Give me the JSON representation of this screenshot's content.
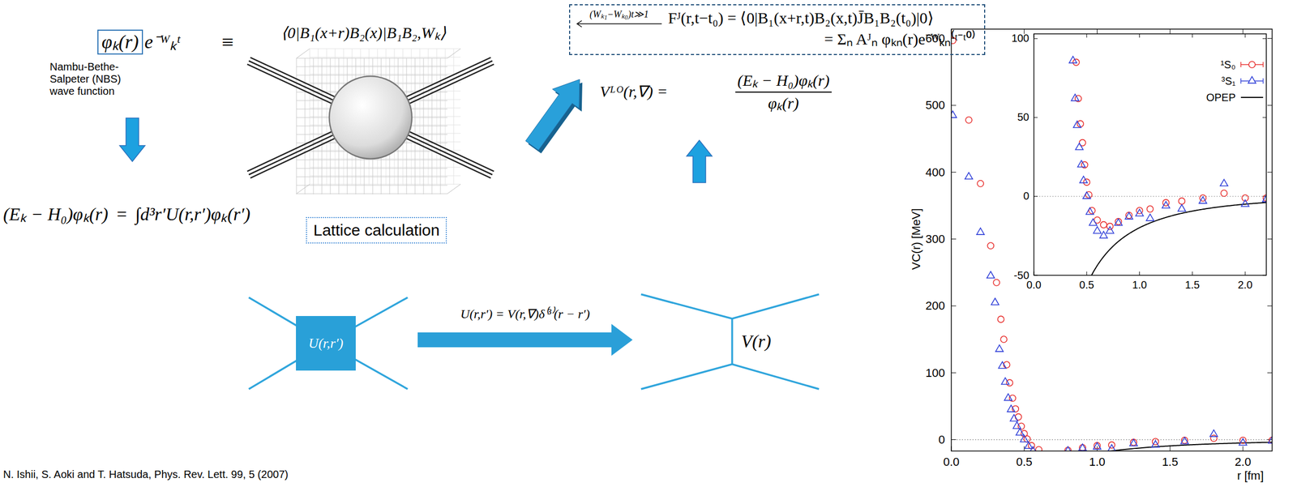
{
  "diagram": {
    "nodes": [
      {
        "text": [
          "φₖ(r)"
        ]
      },
      {
        "text": [
          "(Wₖ₁−Wₖ₀)t≫1",
          "Fᴶ(r,t−t₀) = ⟨0|B₁(x+r,t)B₂(x,t)J̄B₁B₂(t₀)|0⟩",
          "= Σₙ Aᴶₙ φₖₙ(r)e⁻ᵂₖₙ⁽ᵗ⁻ᵗ⁰⁾"
        ]
      },
      {
        "text": [
          "Lattice calculation"
        ]
      },
      {
        "text": [
          "U(r,r′)"
        ]
      }
    ],
    "labels": [
      "⟨0|B₁(x+r)B₂(x)|B₁B₂,Wₖ⟩",
      "e⁻ᵂₖᵗ",
      "≡",
      "Nambu-Bethe- Salpeter (NBS) wave function",
      "(Eₖ − H₀)φₖ(r)",
      "=",
      "∫d³r′U(r,r′)φₖ(r′)",
      "Vᴸᴼ(r,∇) =",
      "(Eₖ − H₀)φₖ(r)",
      "φₖ(r)",
      "U(r,r′) = V(r,∇)δ⁽³⁾(r − r′)",
      "V(r)",
      "N. Ishii, S. Aoki and T. Hatsuda, Phys. Rev. Lett. 99, 5 (2007)",
      "600",
      "500",
      "400",
      "300",
      "200",
      "100",
      "0",
      "0.0",
      "0.5",
      "1.0",
      "1.5",
      "2.0",
      "VC(r) [MeV]",
      "r [fm]",
      "100",
      "50",
      "0",
      "-50",
      "0.0",
      "0.5",
      "1.0",
      "1.5",
      "2.0"
    ],
    "legend": [
      {
        "text": "¹S₀"
      },
      {
        "text": "³S₁"
      },
      {
        "text": "OPEP"
      }
    ]
  }
}
